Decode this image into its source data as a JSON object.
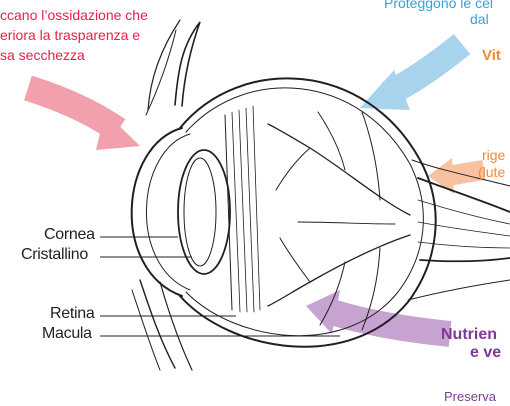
{
  "top_left_text": {
    "line1": "ccano l’ossidazione che",
    "line2": "eriora la trasparenza e",
    "line3": "sa secchezza"
  },
  "top_right_text": {
    "line1": "Proteggono le cel",
    "line2": "dal"
  },
  "vitamin_label": "Vit",
  "right_mid_text": {
    "line1": "rige",
    "line2": "(lute"
  },
  "anatomy_labels": {
    "cornea": "Cornea",
    "cristallino": "Cristallino",
    "retina": "Retina",
    "macula": "Macula"
  },
  "nutrients_label": {
    "line1": "Nutrien",
    "line2": "e ve"
  },
  "bottom_right_text": "Preserva",
  "colors": {
    "red_arrow": "#f2a0ac",
    "blue_arrow": "#a7d3ec",
    "orange_arrow": "#f7c1a2",
    "purple_arrow": "#c7a3d1",
    "line": "#231f20"
  }
}
